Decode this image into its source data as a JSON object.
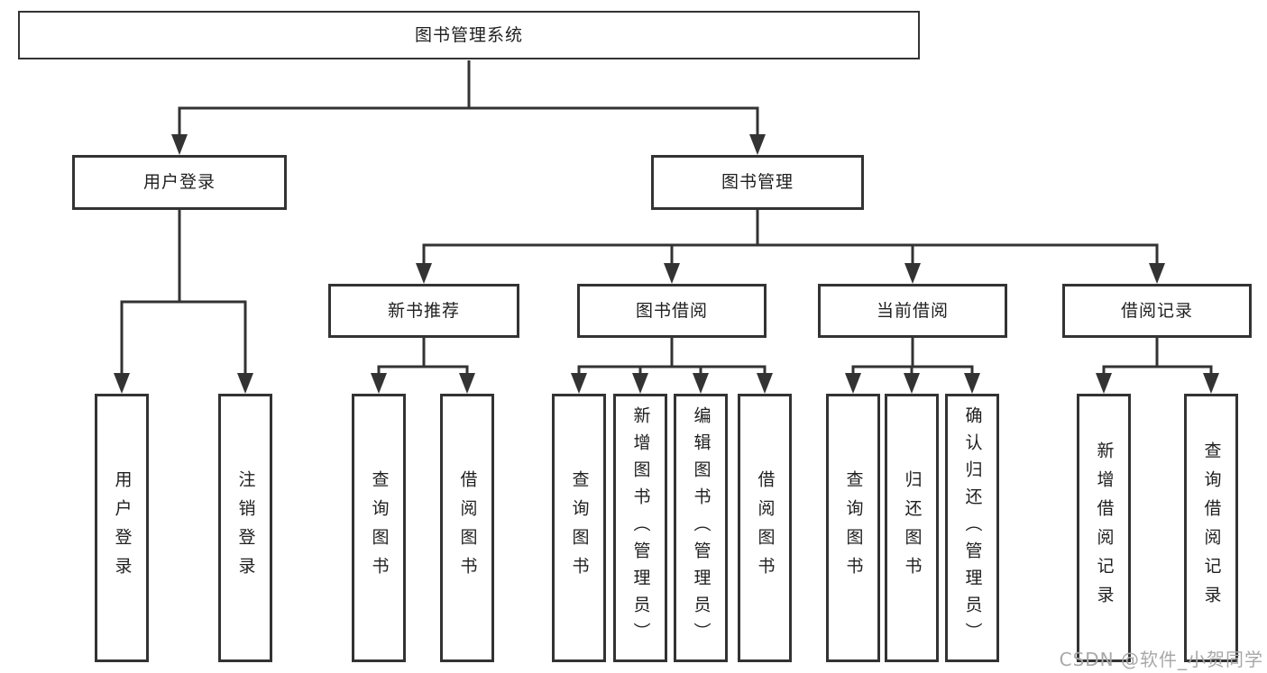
{
  "diagram": {
    "colors": {
      "line": "#333333",
      "box_border": "#333333",
      "box_fill": "#ffffff",
      "text": "#1f1f1f",
      "watermark_text": "#a8a8a8"
    },
    "watermark": "CSDN @软件_小贺同学",
    "nodes": {
      "root": {
        "label": "图书管理系统"
      },
      "user_login": {
        "label": "用户登录"
      },
      "book_mgmt": {
        "label": "图书管理"
      },
      "new_book_rec": {
        "label": "新书推荐"
      },
      "book_borrow": {
        "label": "图书借阅"
      },
      "current_borrow": {
        "label": "当前借阅"
      },
      "borrow_records": {
        "label": "借阅记录"
      },
      "leaf_user_login": {
        "label": "用户登录"
      },
      "leaf_logout": {
        "label": "注销登录"
      },
      "leaf_rec_query_book": {
        "label": "查询图书"
      },
      "leaf_rec_borrow_book": {
        "label": "借阅图书"
      },
      "leaf_bb_query_book": {
        "label": "查询图书"
      },
      "leaf_bb_add_book": {
        "label": "新增图书（管理员）"
      },
      "leaf_bb_edit_book": {
        "label": "编辑图书（管理员）"
      },
      "leaf_bb_borrow_book": {
        "label": "借阅图书"
      },
      "leaf_cb_query_book": {
        "label": "查询图书"
      },
      "leaf_cb_return_book": {
        "label": "归还图书"
      },
      "leaf_cb_confirm_return": {
        "label": "确认归还（管理员）"
      },
      "leaf_br_add_record": {
        "label": "新增借阅记录"
      },
      "leaf_br_query_record": {
        "label": "查询借阅记录"
      }
    },
    "hierarchy": {
      "root": [
        "user_login",
        "book_mgmt"
      ],
      "user_login": [
        "leaf_user_login",
        "leaf_logout"
      ],
      "book_mgmt": [
        "new_book_rec",
        "book_borrow",
        "current_borrow",
        "borrow_records"
      ],
      "new_book_rec": [
        "leaf_rec_query_book",
        "leaf_rec_borrow_book"
      ],
      "book_borrow": [
        "leaf_bb_query_book",
        "leaf_bb_add_book",
        "leaf_bb_edit_book",
        "leaf_bb_borrow_book"
      ],
      "current_borrow": [
        "leaf_cb_query_book",
        "leaf_cb_return_book",
        "leaf_cb_confirm_return"
      ],
      "borrow_records": [
        "leaf_br_add_record",
        "leaf_br_query_record"
      ]
    }
  }
}
